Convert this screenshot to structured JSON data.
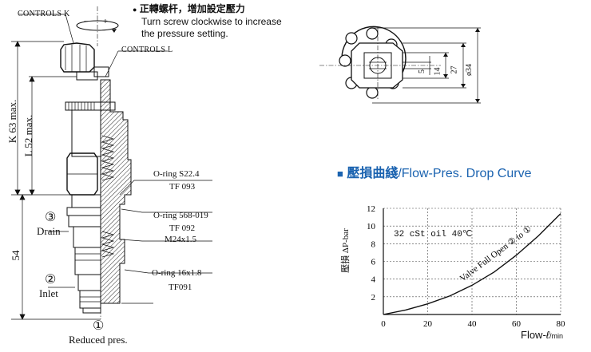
{
  "assembly": {
    "controls_k": "CONTROLS K",
    "controls_l": "CONTROLS L",
    "turn_note_zh": "正轉螺杆，增加設定壓力",
    "turn_note_en_1": "Turn screw clockwise to increase",
    "turn_note_en_2": "the pressure setting.",
    "bullet": "●",
    "dim_k": "K 63 max.",
    "dim_l": "L 52 max.",
    "dim_54": "54",
    "port3_num": "③",
    "port3_label": "Drain",
    "port2_num": "②",
    "port2_label": "Inlet",
    "port1_num": "①",
    "port1_label": "Reduced pres.",
    "oring1_a": "O-ring S22.4",
    "oring1_b": "TF 093",
    "oring2_a": "O-ring 568-019",
    "oring2_b": "TF 092",
    "thread": "M24x1.5",
    "oring3_a": "O-ring 16x1.8",
    "oring3_b": "TF091",
    "rot_plus": "+",
    "rot_minus": "−"
  },
  "end_view": {
    "dim_5": "5",
    "dim_14": "14",
    "dim_27": "27",
    "dim_34": "ø34"
  },
  "chart_title": {
    "marker": "■",
    "zh": "壓損曲綫",
    "en": "/Flow-Pres. Drop Curve"
  },
  "chart_data": {
    "type": "line",
    "ylabel": "壓損 ΔP-bar",
    "xlabel": "Flow-ℓ/min",
    "xlabel_main": "Flow-",
    "xlabel_unit": "ℓ",
    "xlabel_sub": "min",
    "xlim": [
      0,
      80
    ],
    "ylim": [
      0,
      12
    ],
    "x_ticks": [
      0,
      20,
      40,
      60,
      80
    ],
    "y_ticks": [
      2,
      4,
      6,
      8,
      10,
      12
    ],
    "grid": true,
    "annotation_oil": "32 cSt oil 40℃",
    "series": [
      {
        "name": "Valve Full Open ② to ①",
        "x": [
          0,
          10,
          20,
          30,
          40,
          50,
          60,
          70,
          80
        ],
        "y": [
          0,
          0.5,
          1.2,
          2.1,
          3.3,
          4.8,
          6.7,
          8.9,
          11.4
        ]
      }
    ]
  }
}
